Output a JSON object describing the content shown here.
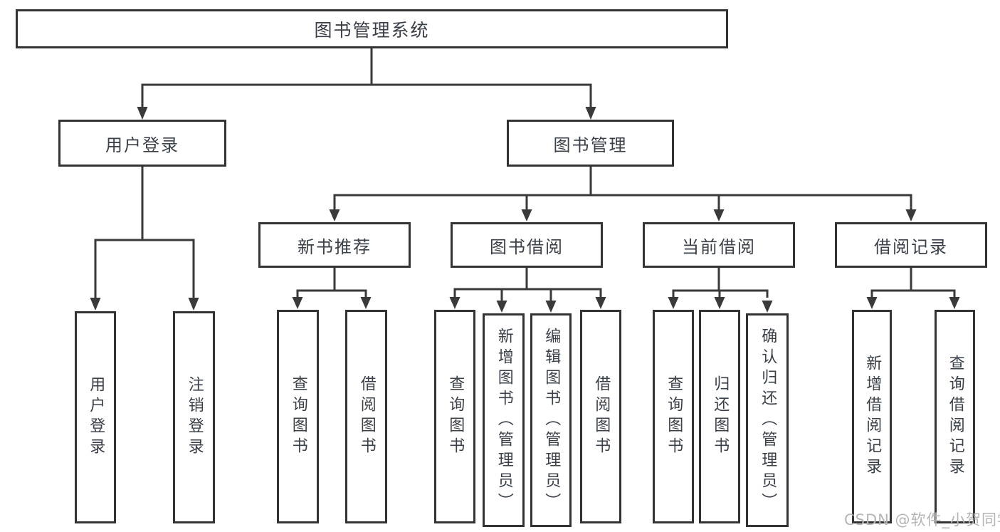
{
  "diagram": {
    "root": {
      "label": "图书管理系统",
      "children": [
        {
          "label": "用户登录",
          "children": [
            {
              "label": "用户登录"
            },
            {
              "label": "注销登录"
            }
          ]
        },
        {
          "label": "图书管理",
          "children": [
            {
              "label": "新书推荐",
              "children": [
                {
                  "label": "查询图书"
                },
                {
                  "label": "借阅图书"
                }
              ]
            },
            {
              "label": "图书借阅",
              "children": [
                {
                  "label": "查询图书"
                },
                {
                  "label": "新增图书（管理员）"
                },
                {
                  "label": "编辑图书（管理员）"
                },
                {
                  "label": "借阅图书"
                }
              ]
            },
            {
              "label": "当前借阅",
              "children": [
                {
                  "label": "查询图书"
                },
                {
                  "label": "归还图书"
                },
                {
                  "label": "确认归还（管理员）"
                }
              ]
            },
            {
              "label": "借阅记录",
              "children": [
                {
                  "label": "新增借阅记录"
                },
                {
                  "label": "查询借阅记录"
                }
              ]
            }
          ]
        }
      ]
    }
  },
  "watermark": "CSDN @软件_小贺同学",
  "colors": {
    "line": "#3a3a3a",
    "box_border": "#333333",
    "text": "#3b4048",
    "watermark": "#b5b5b5",
    "background": "#ffffff"
  }
}
